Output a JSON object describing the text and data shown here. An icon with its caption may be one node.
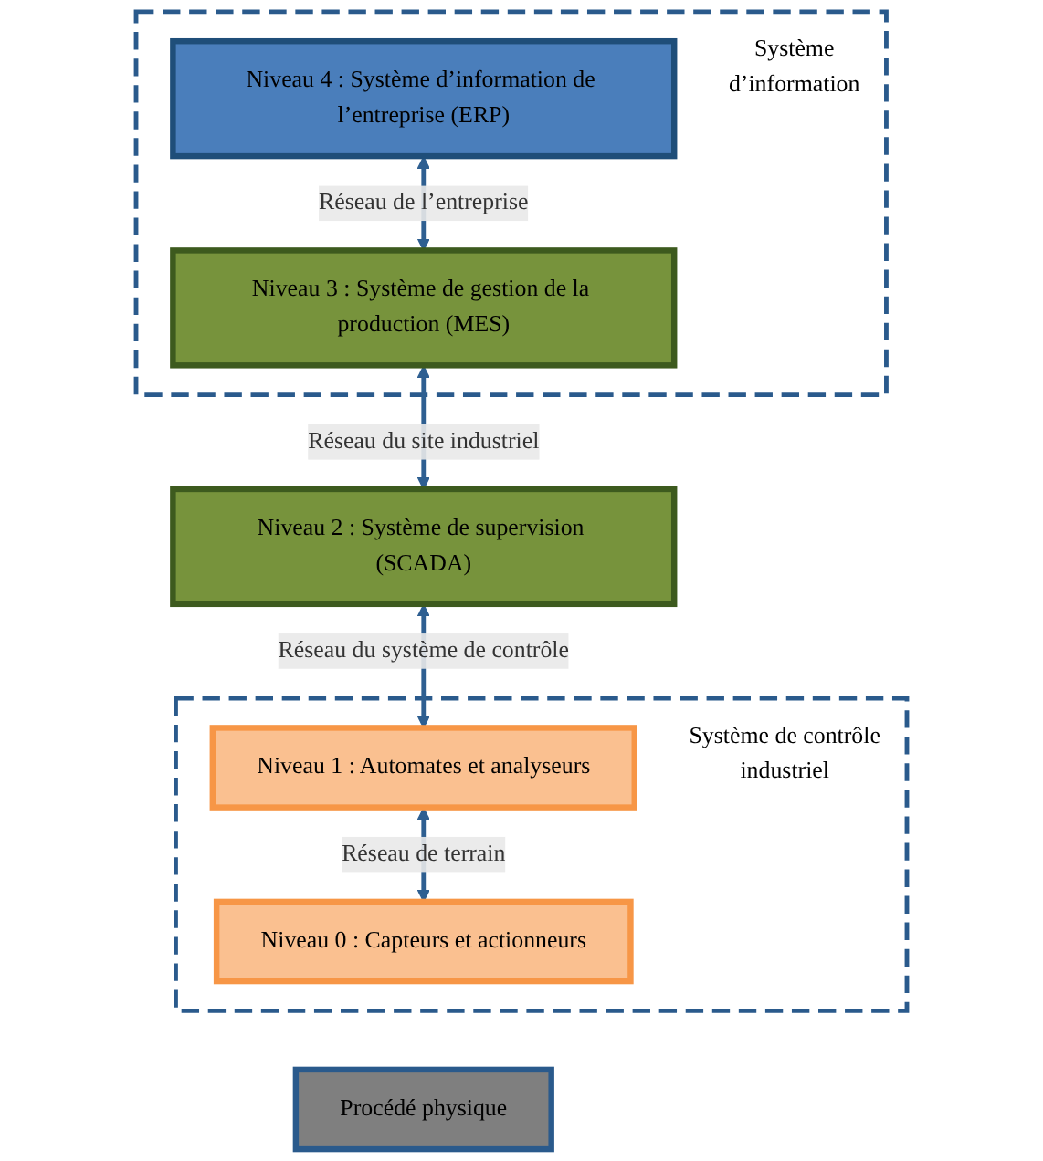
{
  "diagram": {
    "nodes": [
      {
        "text": [
          "Système d’information"
        ]
      },
      {
        "text": [
          "Niveau 4 : Système d’information de l’entreprise (ERP)"
        ],
        "in": 0
      },
      {
        "text": [
          "Niveau 3 : Système de gestion de la production (MES)"
        ],
        "in": 0
      },
      {
        "text": [
          "Niveau 2 : Système de supervision (SCADA)"
        ]
      },
      {
        "text": [
          "Système de contrôle industriel"
        ]
      },
      {
        "text": [
          "Niveau 1 : Automates et analyseurs"
        ],
        "in": 4
      },
      {
        "text": [
          "Niveau 0 : Capteurs et actionneurs"
        ],
        "in": 4
      },
      {
        "text": [
          "Procédé physique"
        ]
      }
    ],
    "edges": [
      {
        "from": 1,
        "to": 2,
        "arrow": "both",
        "label": "Réseau de l’entreprise"
      },
      {
        "from": 2,
        "to": 3,
        "arrow": "both",
        "label": "Réseau du site industriel"
      },
      {
        "from": 3,
        "to": 5,
        "arrow": "both",
        "label": "Réseau du système de contrôle"
      },
      {
        "from": 5,
        "to": 6,
        "arrow": "both",
        "label": "Réseau de terrain"
      }
    ]
  }
}
